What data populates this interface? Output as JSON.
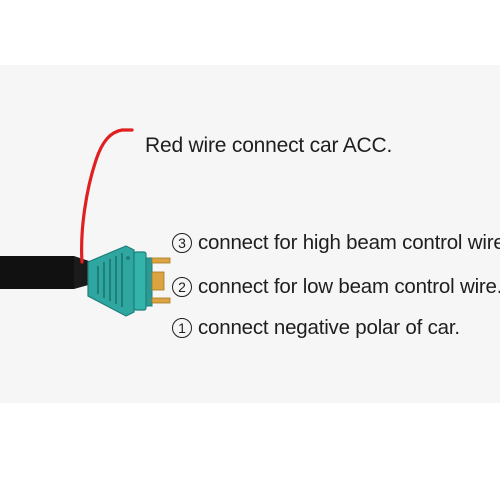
{
  "labels": {
    "red_wire": "Red wire connect car ACC.",
    "notes": [
      {
        "marker": "3",
        "text": "connect for high beam control wire."
      },
      {
        "marker": "2",
        "text": "connect for low beam control wire."
      },
      {
        "marker": "1",
        "text": "connect negative polar of car."
      }
    ]
  },
  "colors": {
    "background": "#ffffff",
    "panel": "#f6f6f6",
    "cable": "#111111",
    "red_wire": "#e02020",
    "connector": "#2fa7a0",
    "pins": "#d9a441",
    "text": "#1e1e1e"
  }
}
